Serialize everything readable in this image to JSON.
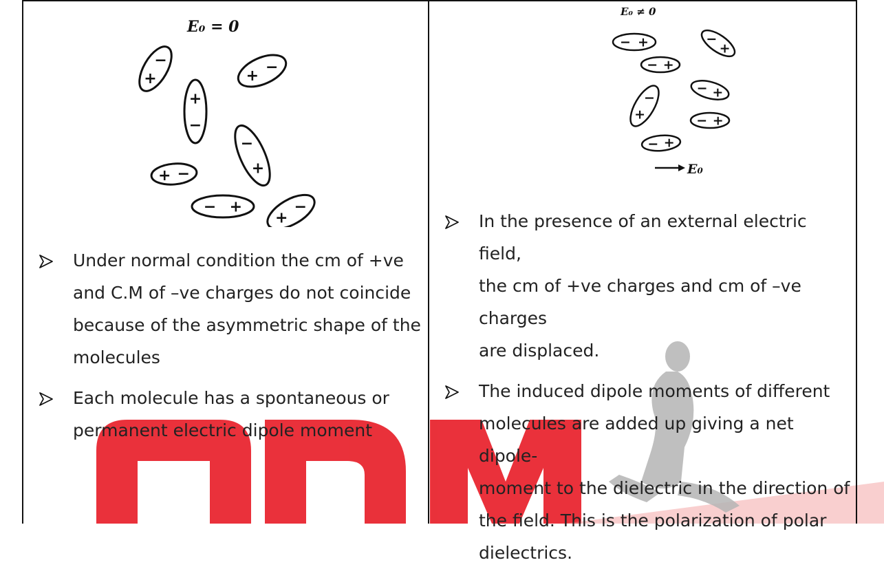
{
  "left": {
    "figure_label": "E₀ = 0",
    "dipoles": [
      {
        "a": "+",
        "b": "−"
      },
      {
        "a": "+",
        "b": "−"
      },
      {
        "a": "+",
        "b": "−"
      },
      {
        "a": "−",
        "b": "+"
      },
      {
        "a": "+",
        "b": "−"
      },
      {
        "a": "−",
        "b": "+"
      },
      {
        "a": "+",
        "b": "−"
      }
    ],
    "bullets": [
      {
        "lines": [
          "Under normal condition the cm of +ve",
          "and C.M of –ve charges do not coincide",
          "because of the asymmetric shape of the",
          "molecules"
        ]
      },
      {
        "lines": [
          "Each molecule has a spontaneous or",
          "permanent electric dipole moment"
        ]
      }
    ]
  },
  "right": {
    "figure_label": "E₀ ≠ 0",
    "field_label": "E₀",
    "dipoles": [
      {
        "a": "−",
        "b": "+"
      },
      {
        "a": "−",
        "b": "+"
      },
      {
        "a": "−",
        "b": "+"
      },
      {
        "a": "−",
        "b": "+"
      },
      {
        "a": "+",
        "b": "−"
      },
      {
        "a": "−",
        "b": "+"
      },
      {
        "a": "−",
        "b": "+"
      }
    ],
    "bullets": [
      {
        "lines": [
          "In the presence of an external electric field,",
          "the cm of +ve charges and cm of –ve charges",
          "are displaced."
        ]
      },
      {
        "lines": [
          "The induced dipole moments of different",
          "molecules are added up giving a net dipole-",
          "moment to the dielectric in the direction of",
          "the field. This is the polarization of polar",
          "dielectrics."
        ]
      }
    ]
  },
  "colors": {
    "watermark": "#e8202a",
    "watermark_figure": "#b5b5b5",
    "border": "#111111",
    "ink": "#111111"
  }
}
